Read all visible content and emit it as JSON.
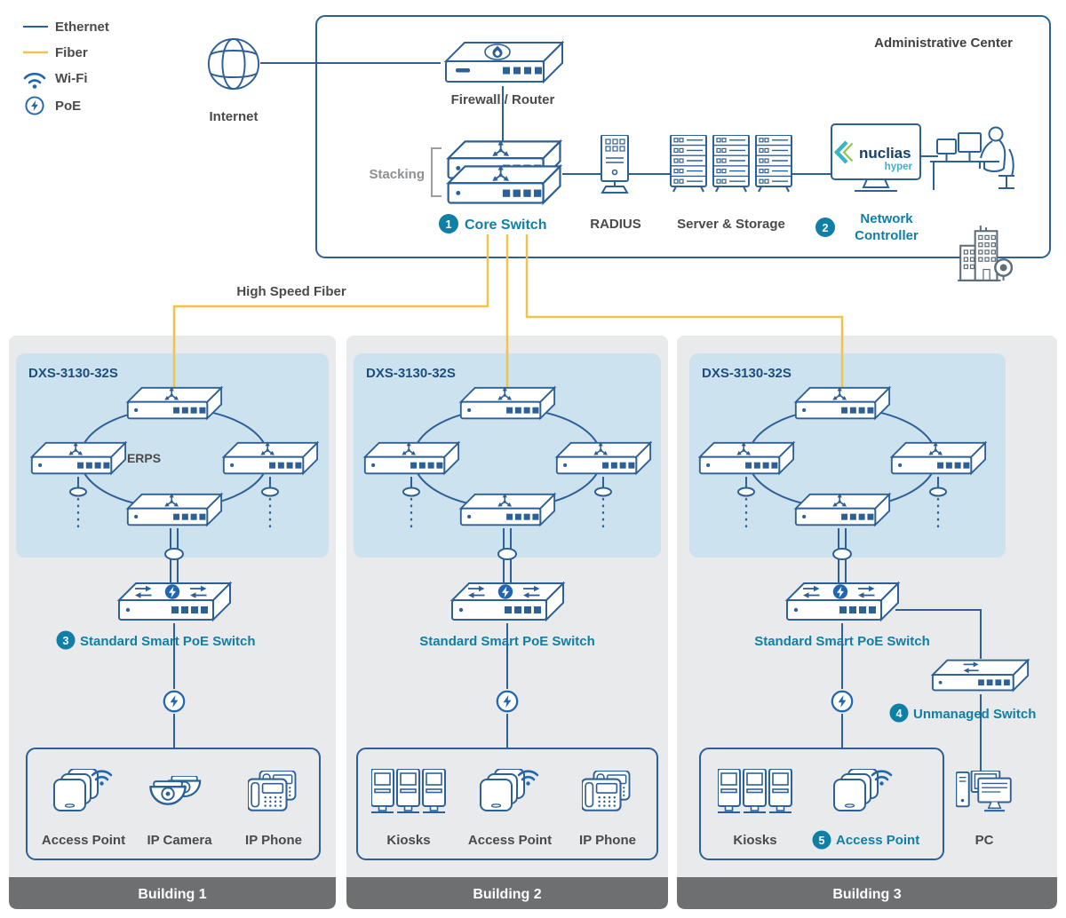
{
  "colors": {
    "ethernet": "#2d6096",
    "fiber": "#eec44f",
    "accent_blue": "#2166b1",
    "teal_label": "#0f7fa6",
    "navy_label": "#1c4e7d",
    "text_dark": "#4a4a4b",
    "stacking_gray": "#8e9093",
    "column_bg": "#e9eaeb",
    "ring_box_bg": "#cde2ef",
    "footer_bg": "#6e6f71",
    "nuclias_navy": "#16406b",
    "nuclias_teal": "#37b5c5"
  },
  "legend": {
    "ethernet": "Ethernet",
    "fiber": "Fiber",
    "wifi": "Wi-Fi",
    "poe": "PoE"
  },
  "admin": {
    "title": "Administrative Center",
    "internet": "Internet",
    "firewall": "Firewall / Router",
    "stacking": "Stacking",
    "core_badge": "1",
    "core_switch": "Core Switch",
    "radius": "RADIUS",
    "server_storage": "Server & Storage",
    "controller_badge": "2",
    "controller_line1": "Network",
    "controller_line2": "Controller",
    "nuclias": "nuclias",
    "hyper": "hyper"
  },
  "backbone": {
    "high_speed_fiber": "High Speed Fiber"
  },
  "buildings": [
    {
      "model": "DXS-3130-32S",
      "ring_label": "ERPS",
      "poe_badge": "3",
      "poe_switch": "Standard Smart PoE Switch",
      "devices": [
        "Access Point",
        "IP Camera",
        "IP Phone"
      ],
      "footer": "Building 1"
    },
    {
      "model": "DXS-3130-32S",
      "poe_switch": "Standard Smart PoE Switch",
      "devices": [
        "Kiosks",
        "Access Point",
        "IP Phone"
      ],
      "footer": "Building 2"
    },
    {
      "model": "DXS-3130-32S",
      "poe_switch": "Standard Smart PoE Switch",
      "unmanaged_badge": "4",
      "unmanaged_switch": "Unmanaged Switch",
      "ap_badge": "5",
      "devices": [
        "Kiosks",
        "Access Point",
        "PC"
      ],
      "footer": "Building 3"
    }
  ]
}
